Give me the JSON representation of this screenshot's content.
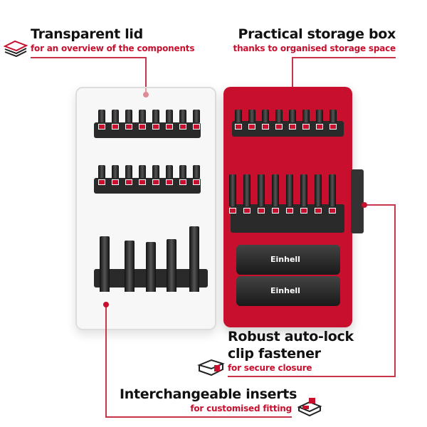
{
  "callouts": {
    "lid": {
      "title": "Transparent lid",
      "subtitle": "for an overview of the components",
      "icon": "layered-lid-icon"
    },
    "storage": {
      "title": "Practical storage box",
      "subtitle": "thanks to organised storage space"
    },
    "clip": {
      "title_line1": "Robust auto-lock",
      "title_line2": "clip fastener",
      "subtitle": "for secure closure",
      "icon": "clip-box-icon"
    },
    "inserts": {
      "title": "Interchangeable inserts",
      "subtitle": "for customised fitting",
      "icon": "insert-tray-icon"
    }
  },
  "product": {
    "brand": "Einhell"
  },
  "colors": {
    "accent": "#c8102e",
    "box": "#c8102e",
    "text": "#111111"
  }
}
